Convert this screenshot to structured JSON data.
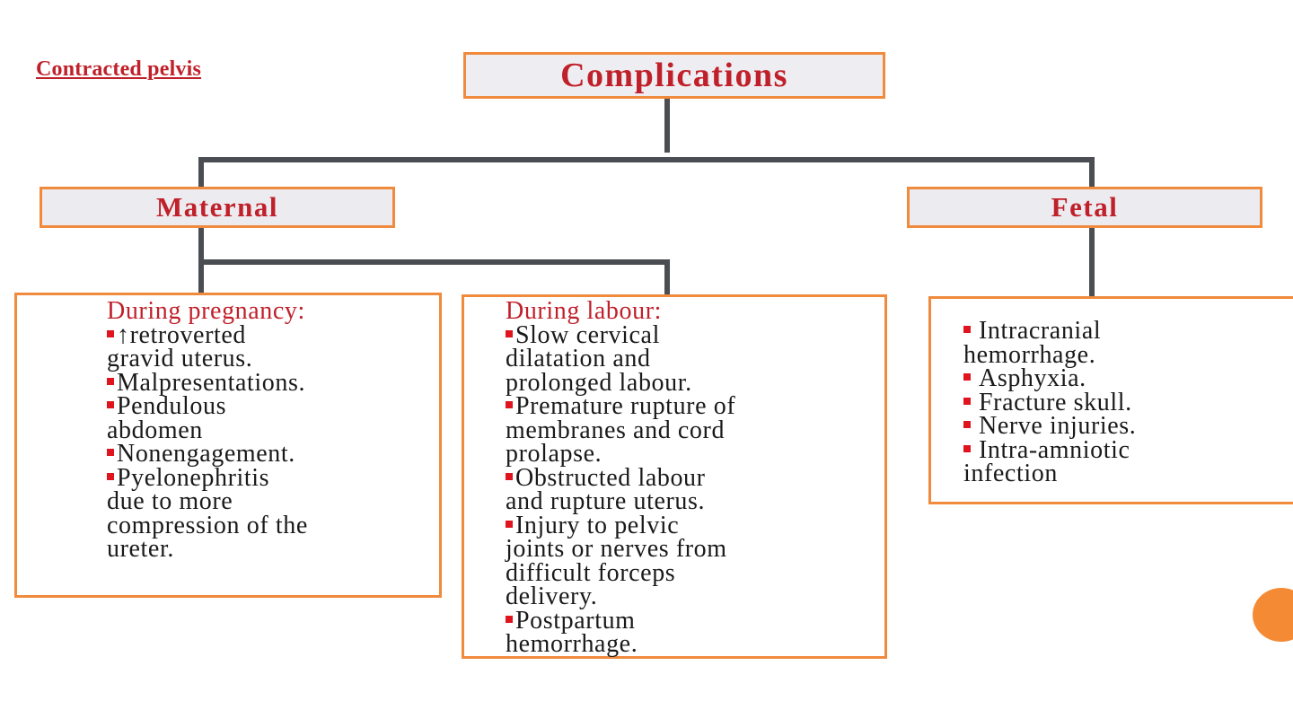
{
  "corner_title": "Contracted pelvis",
  "colors": {
    "heading_red": "#c0202a",
    "border_orange": "#f08a3c",
    "bullet_red": "#e0141e",
    "connector_gray": "#4a4d52",
    "node_fill": "#eeeef2"
  },
  "root": {
    "label": "Complications"
  },
  "branches": {
    "maternal": {
      "label": "Maternal"
    },
    "fetal": {
      "label": "Fetal"
    }
  },
  "leaves": {
    "pregnancy": {
      "heading": "During pregnancy:",
      "items": [
        {
          "lines": [
            "↑retroverted",
            "gravid uterus."
          ]
        },
        {
          "lines": [
            "Malpresentations."
          ]
        },
        {
          "lines": [
            "Pendulous",
            "abdomen"
          ]
        },
        {
          "lines": [
            "Nonengagement."
          ]
        },
        {
          "lines": [
            "Pyelonephritis",
            "due to more",
            "compression of the",
            "ureter."
          ]
        }
      ]
    },
    "labour": {
      "heading": "During labour:",
      "items": [
        {
          "lines": [
            "Slow cervical",
            "dilatation and",
            "prolonged labour."
          ]
        },
        {
          "lines": [
            "Premature rupture of",
            "membranes and cord",
            "prolapse."
          ]
        },
        {
          "lines": [
            "Obstructed labour",
            "and rupture uterus."
          ]
        },
        {
          "lines": [
            "Injury to pelvic",
            "joints or nerves from",
            "difficult forceps",
            "delivery."
          ]
        },
        {
          "lines": [
            "Postpartum",
            "hemorrhage."
          ]
        }
      ]
    },
    "fetal": {
      "items": [
        {
          "lines": [
            "Intracranial",
            "hemorrhage."
          ]
        },
        {
          "lines": [
            "Asphyxia."
          ]
        },
        {
          "lines": [
            "Fracture skull."
          ]
        },
        {
          "lines": [
            "Nerve injuries."
          ]
        },
        {
          "lines": [
            "Intra-amniotic",
            "infection"
          ]
        }
      ]
    }
  }
}
